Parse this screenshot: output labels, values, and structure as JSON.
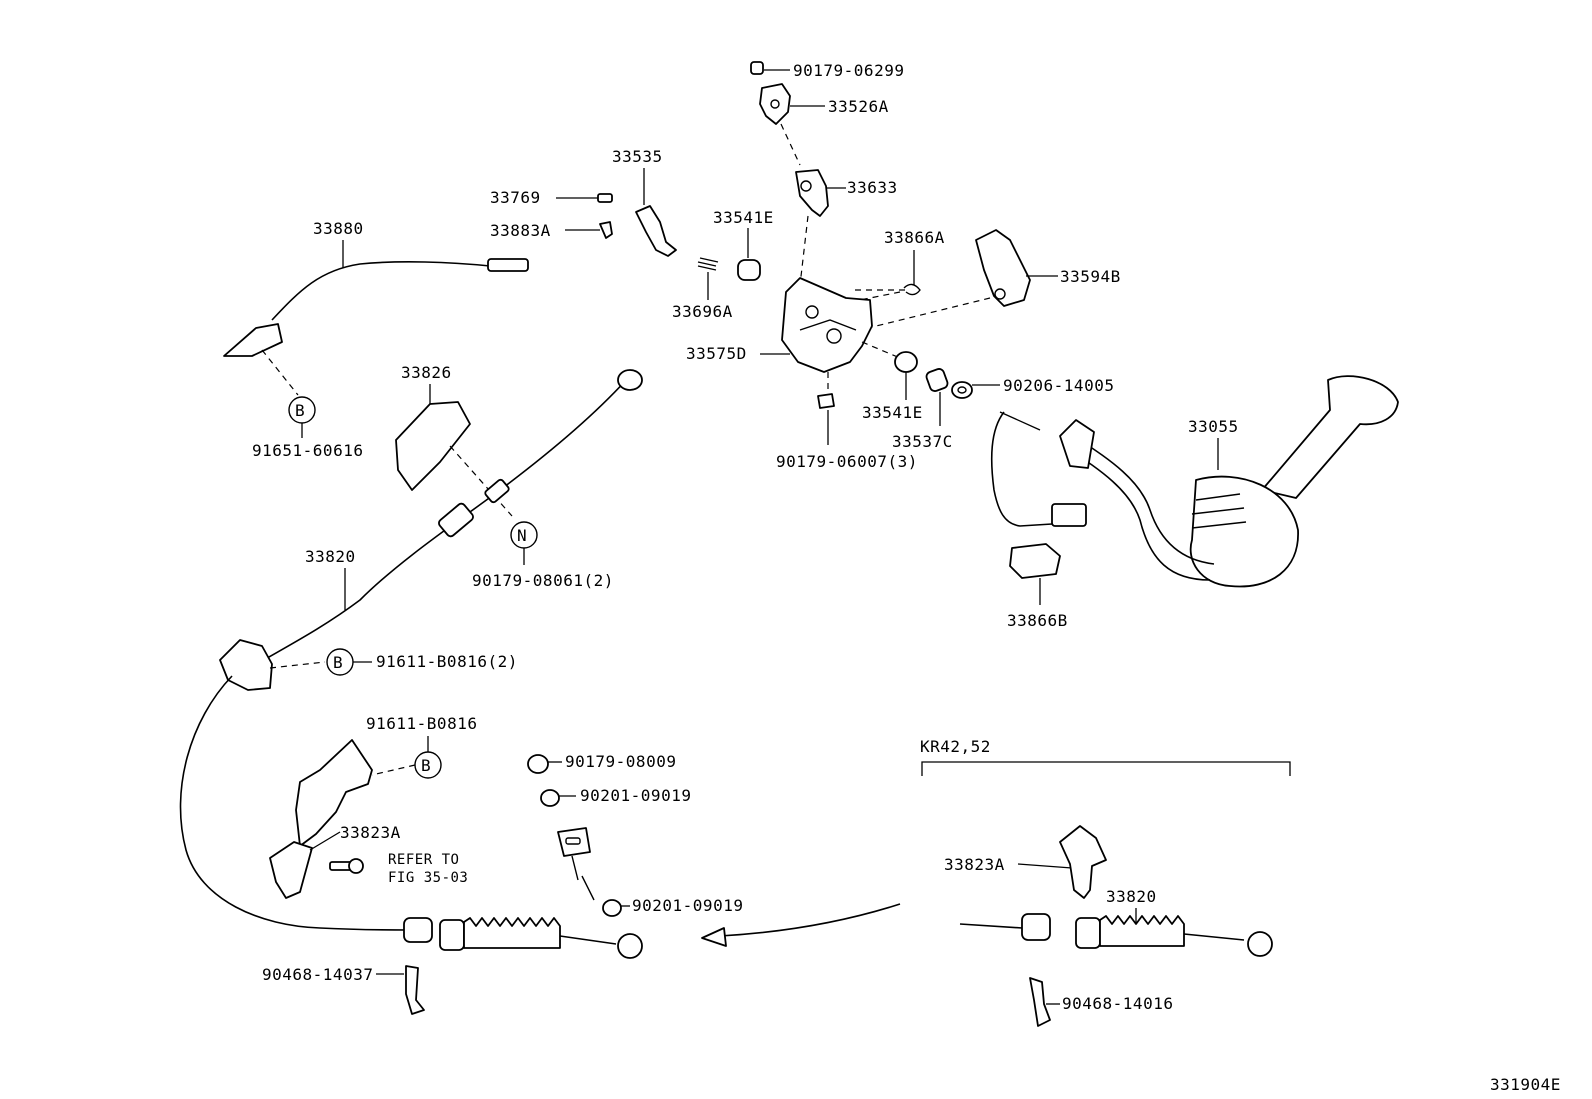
{
  "labels": {
    "p90179_06299": "90179-06299",
    "p33526A": "33526A",
    "p33535": "33535",
    "p33633": "33633",
    "p33769": "33769",
    "p33883A": "33883A",
    "p33541E_top": "33541E",
    "p33866A": "33866A",
    "p33594B": "33594B",
    "p33880": "33880",
    "p33696A": "33696A",
    "p33575D": "33575D",
    "p90206_14005": "90206-14005",
    "p33541E_bot": "33541E",
    "p33537C": "33537C",
    "p90179_06007": "90179-06007(3)",
    "p33826": "33826",
    "p91651_60616": "91651-60616",
    "p33055": "33055",
    "p90179_08061": "90179-08061(2)",
    "p33820": "33820",
    "p33866B": "33866B",
    "p91611_B0816_2": "91611-B0816(2)",
    "kr_group": "KR42,52",
    "p91611_B0816": "91611-B0816",
    "p90179_08009": "90179-08009",
    "p90201_09019_a": "90201-09019",
    "p33823A": "33823A",
    "refer_line1": "REFER TO",
    "refer_line2": "FIG 35-03",
    "p90201_09019_b": "90201-09019",
    "p33823A_kr": "33823A",
    "p33820_kr": "33820",
    "p90468_14037": "90468-14037",
    "p90468_14016": "90468-14016",
    "figure_code": "331904E"
  },
  "callouts": {
    "B": "B",
    "N": "N"
  }
}
